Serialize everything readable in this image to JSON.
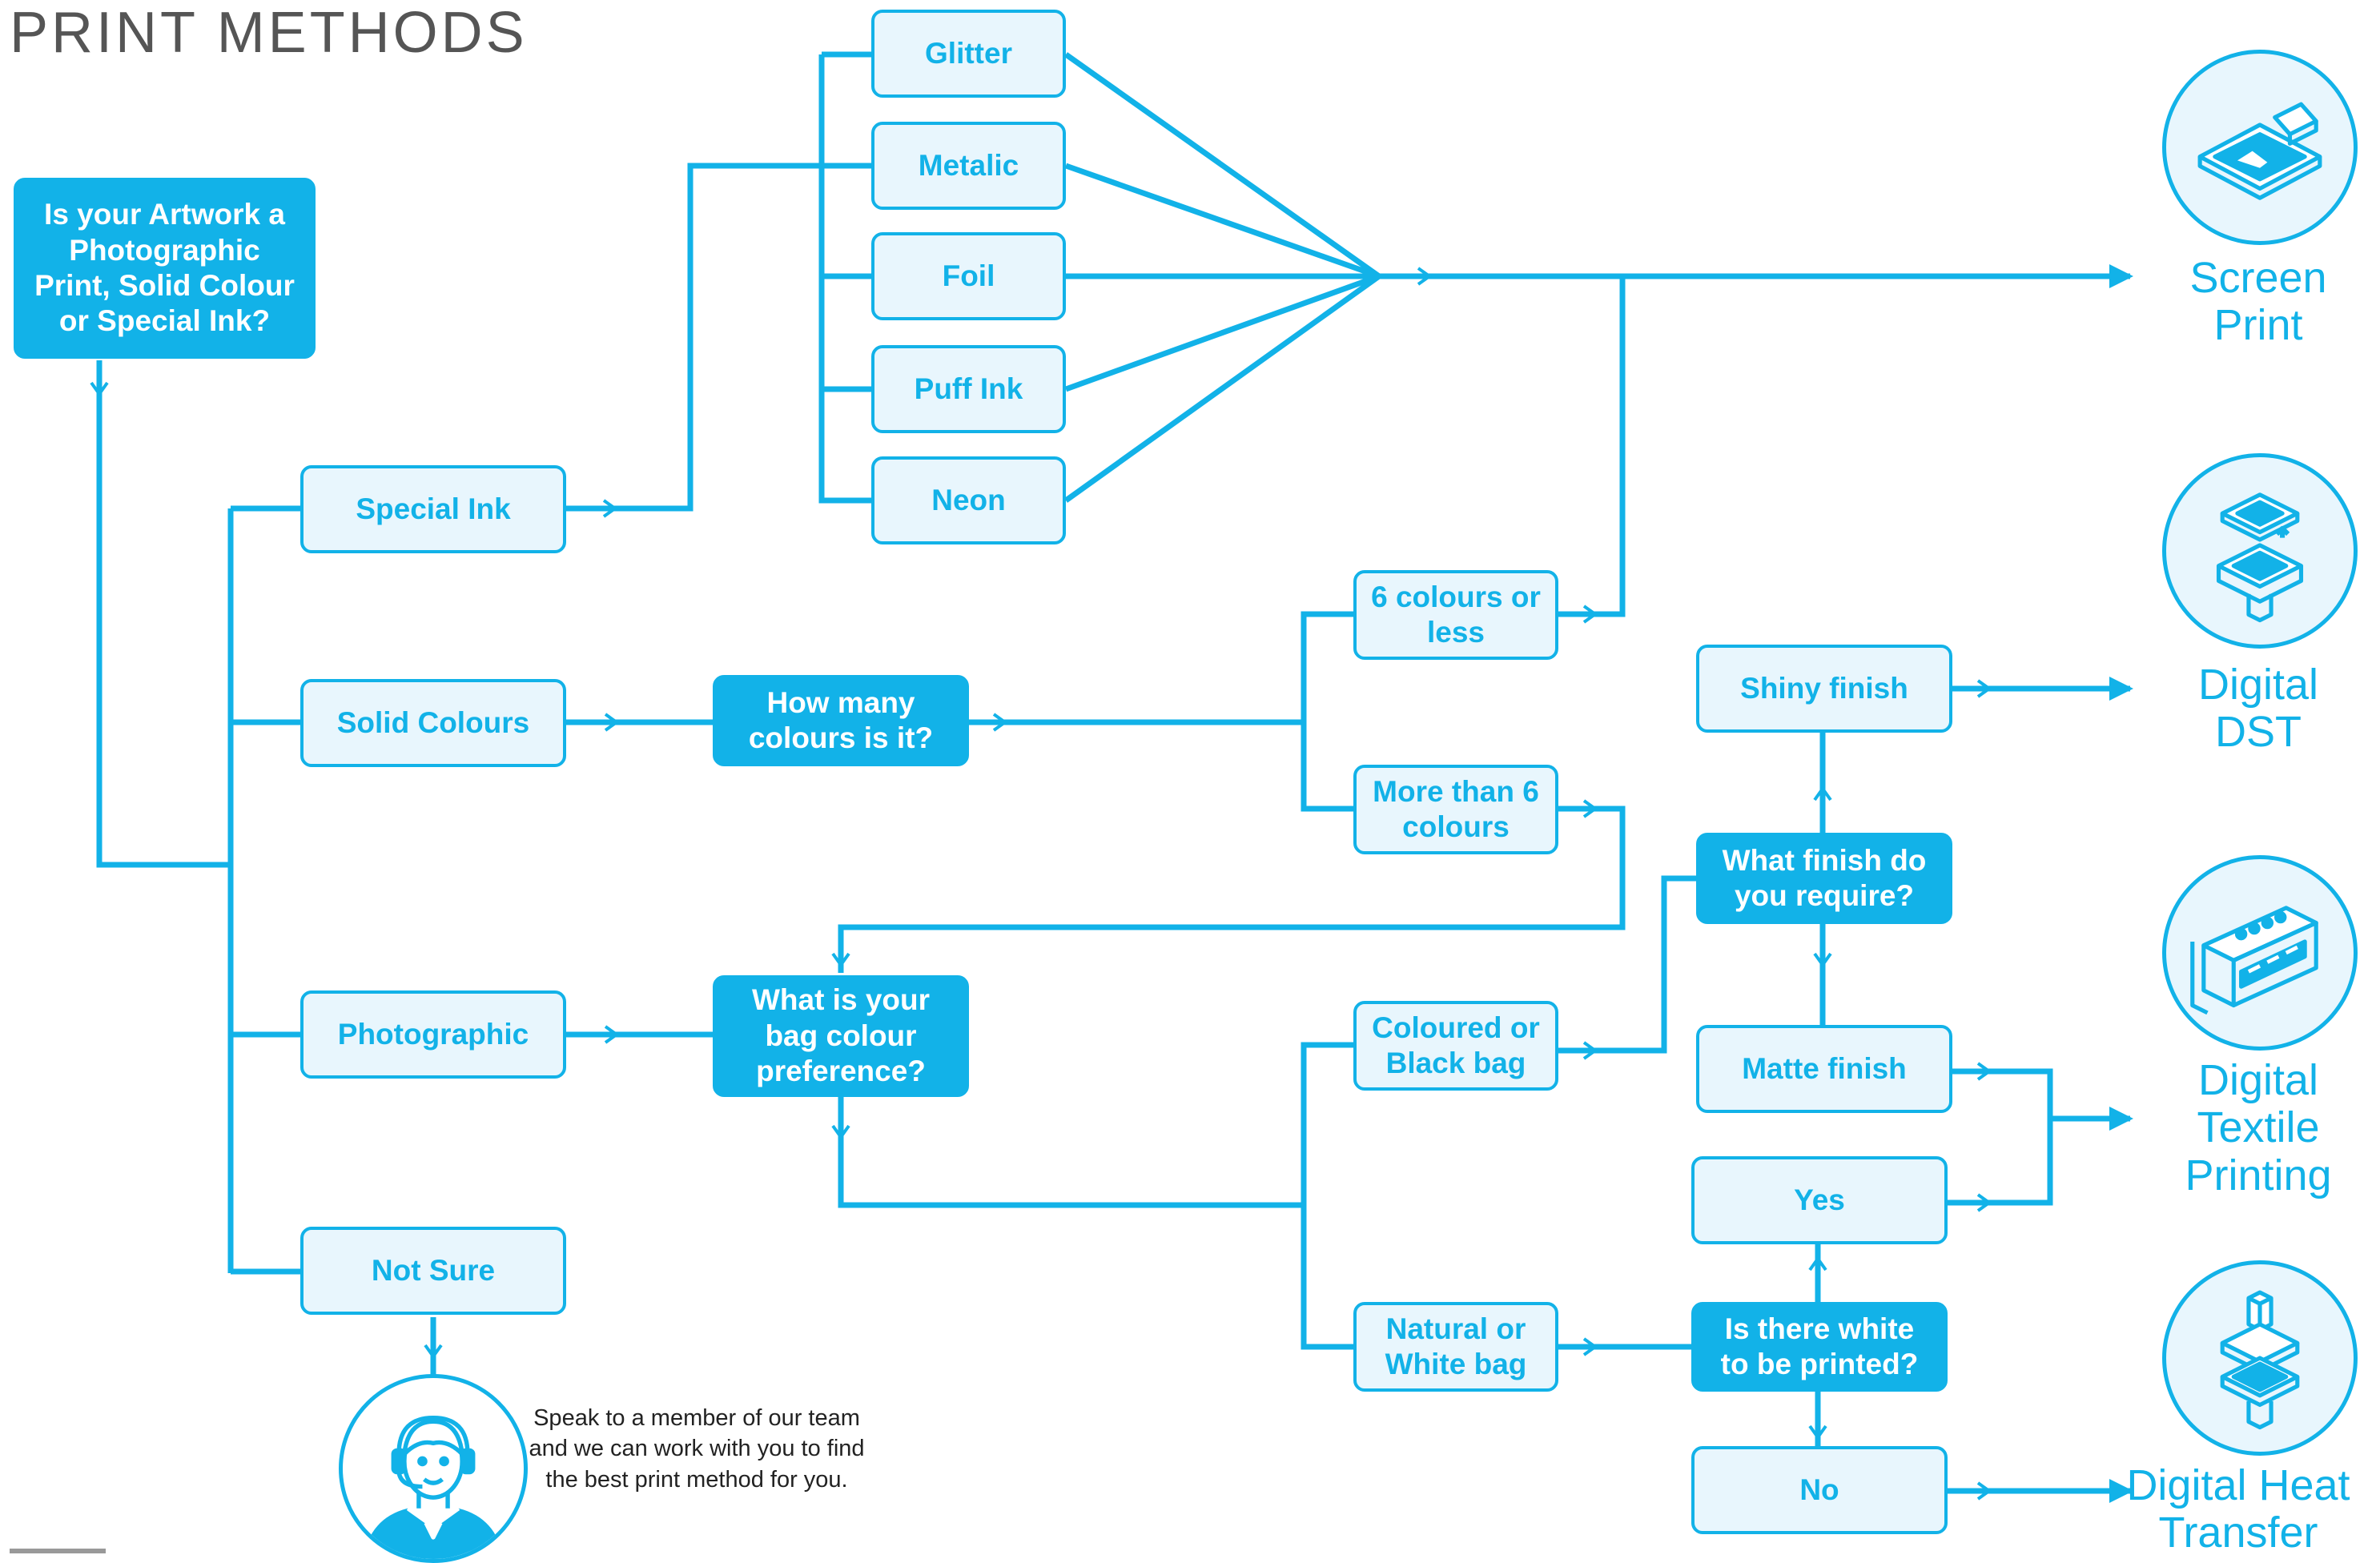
{
  "title": "PRINT METHODS",
  "question_start": "Is your Artwork a Photographic Print, Solid Colour or Special Ink?",
  "options": {
    "special_ink": "Special Ink",
    "solid_colours": "Solid Colours",
    "photographic": "Photographic",
    "not_sure": "Not Sure"
  },
  "special_inks": [
    "Glitter",
    "Metalic",
    "Foil",
    "Puff Ink",
    "Neon"
  ],
  "questions": {
    "how_many_colours": "How many colours is it?",
    "bag_colour": "What is your bag colour preference?",
    "finish": "What finish do you require?",
    "white": "Is there white to be printed?"
  },
  "answers": {
    "six_or_less": "6 colours or less",
    "more_than_six": "More than 6 colours",
    "coloured_black_bag": "Coloured or Black bag",
    "natural_white_bag": "Natural or White bag",
    "shiny": "Shiny finish",
    "matte": "Matte finish",
    "yes": "Yes",
    "no": "No"
  },
  "outcomes": {
    "screen_print": "Screen Print",
    "digital_dst": "Digital DST",
    "digital_textile": "Digital Textile Printing",
    "digital_heat": "Digital Heat Transfer"
  },
  "help_text": "Speak to a member of our team and we can work with you to find the best print method for you.",
  "colors": {
    "accent": "#12b2e8",
    "light_fill": "#e8f6fd",
    "title_text": "#555555",
    "body_text": "#222222"
  },
  "icons": [
    "screen-print-icon",
    "digital-dst-icon",
    "digital-textile-icon",
    "heat-transfer-icon",
    "support-agent-icon"
  ]
}
